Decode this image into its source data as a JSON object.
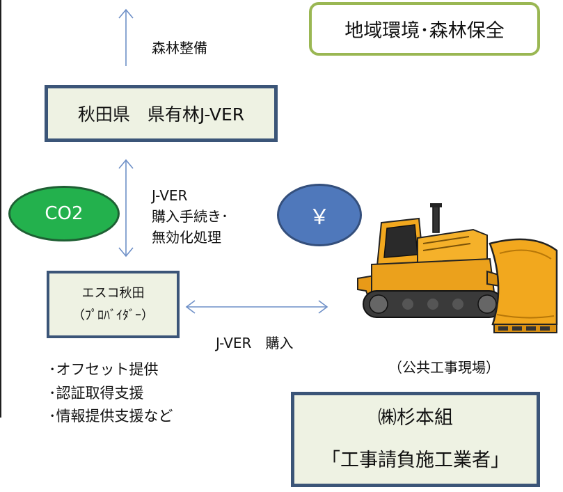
{
  "boxes": {
    "prefecture": "秋田県　県有林J-VER",
    "region": "地域環境･森林保全",
    "esco": {
      "line1": "エスコ秋田",
      "line2": "（ﾌﾟﾛﾊﾞｲﾀﾞｰ）"
    },
    "company": {
      "line1": "㈱杉本組",
      "line2": "「工事請負施工業者」"
    }
  },
  "circles": {
    "co2": "CO2",
    "yen": "￥"
  },
  "labels": {
    "forest": "森林整備",
    "purchase": [
      "J-VER",
      "購入手続き･",
      "無効化処理"
    ],
    "bottom": "J-VER　購入",
    "site": "（公共工事現場）"
  },
  "services": [
    "･オフセット提供",
    "･認証取得支援",
    "･情報提供支援など"
  ],
  "icons": {
    "vehicle": "bulldozer-illustration"
  },
  "colors": {
    "box_border": "#3b5578",
    "region_border": "#9ab753",
    "box_fill": "#eef2e3",
    "co2_fill": "#23b14d",
    "yen_fill": "#4f78bb",
    "arrow": "#6d8fc7",
    "bulldozer": "#f2a81e"
  }
}
